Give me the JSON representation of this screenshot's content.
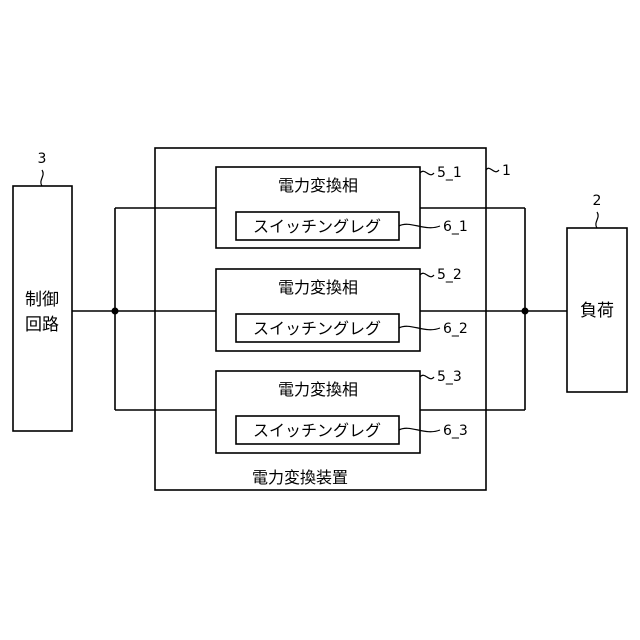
{
  "control_circuit": {
    "ref": "3",
    "label_line1": "制御",
    "label_line2": "回路"
  },
  "load": {
    "ref": "2",
    "label": "負荷"
  },
  "converter": {
    "ref": "1",
    "label": "電力変換装置"
  },
  "phases": [
    {
      "ref": "5_1",
      "label": "電力変換相",
      "leg_ref": "6_1",
      "leg_label": "スイッチングレグ"
    },
    {
      "ref": "5_2",
      "label": "電力変換相",
      "leg_ref": "6_2",
      "leg_label": "スイッチングレグ"
    },
    {
      "ref": "5_3",
      "label": "電力変換相",
      "leg_ref": "6_3",
      "leg_label": "スイッチングレグ"
    }
  ]
}
